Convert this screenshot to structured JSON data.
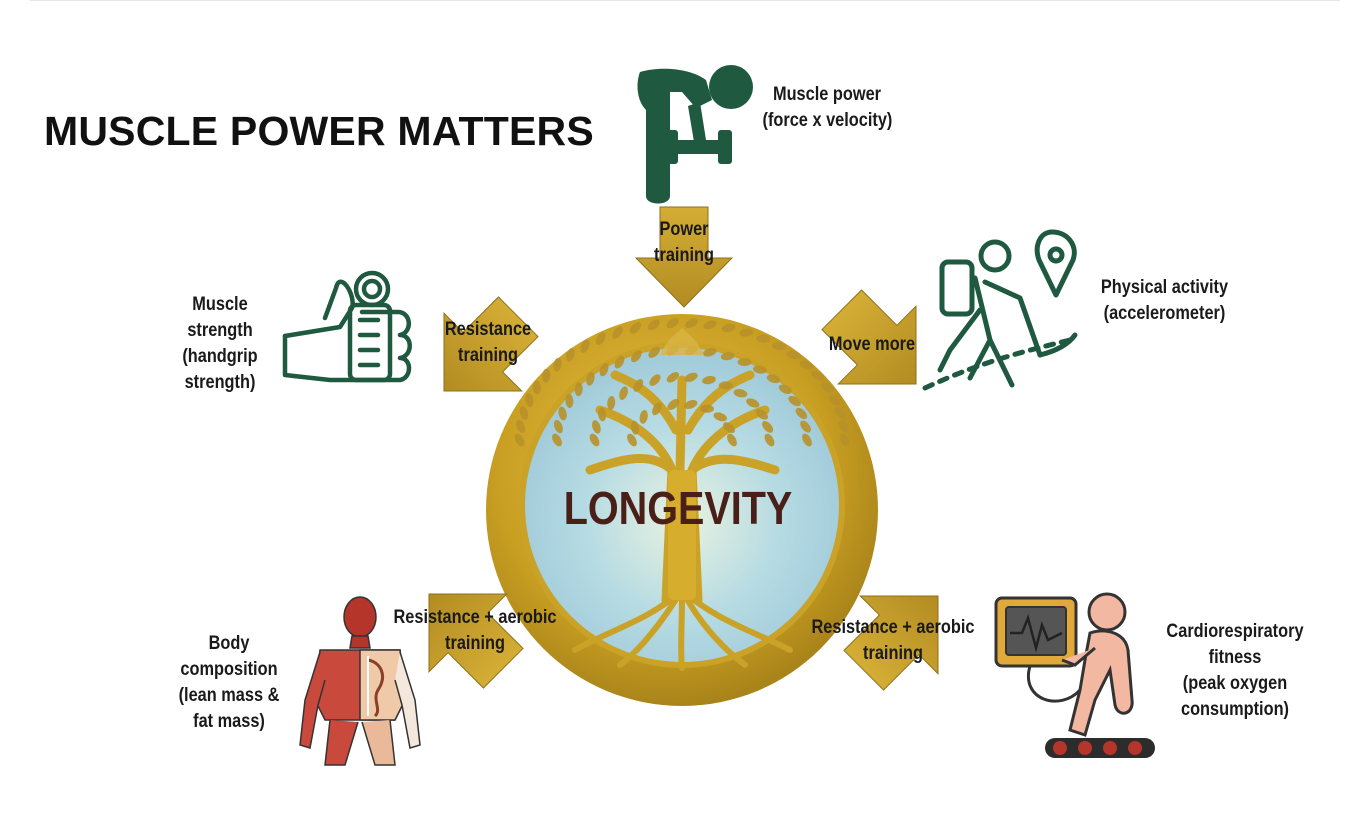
{
  "title": "MUSCLE POWER MATTERS",
  "center": {
    "label": "LONGEVITY"
  },
  "outcomes": {
    "muscle_power": {
      "line1": "Muscle power",
      "line2": "(force x velocity)"
    },
    "physical_activity": {
      "line1": "Physical activity",
      "line2": "(accelerometer)"
    },
    "muscle_strength": {
      "line1": "Muscle",
      "line2": "strength",
      "line3": "(handgrip",
      "line4": "strength)"
    },
    "body_composition": {
      "line1": "Body",
      "line2": "composition",
      "line3": "(lean mass &",
      "line4": "fat mass)"
    },
    "cardio_fitness": {
      "line1": "Cardiorespiratory",
      "line2": "fitness",
      "line3": "(peak oxygen",
      "line4": "consumption)"
    }
  },
  "arrows": {
    "top": {
      "line1": "Power",
      "line2": "training"
    },
    "upper_left": {
      "line1": "Resistance",
      "line2": "training"
    },
    "upper_right": {
      "line1": "Move more"
    },
    "lower_left": {
      "line1": "Resistance + aerobic",
      "line2": "training"
    },
    "lower_right": {
      "line1": "Resistance + aerobic",
      "line2": "training"
    }
  },
  "colors": {
    "gold": "#c9a227",
    "gold_dark": "#a8831b",
    "icon_green": "#1f5a40",
    "longevity_text": "#4a1f17",
    "muscle_red": "#b5352b",
    "skin": "#f2b8a2"
  },
  "icons": [
    "weightlifter-icon",
    "hiker-icon",
    "handgrip-icon",
    "anatomy-body-icon",
    "treadmill-runner-icon",
    "tree-of-life-icon"
  ]
}
